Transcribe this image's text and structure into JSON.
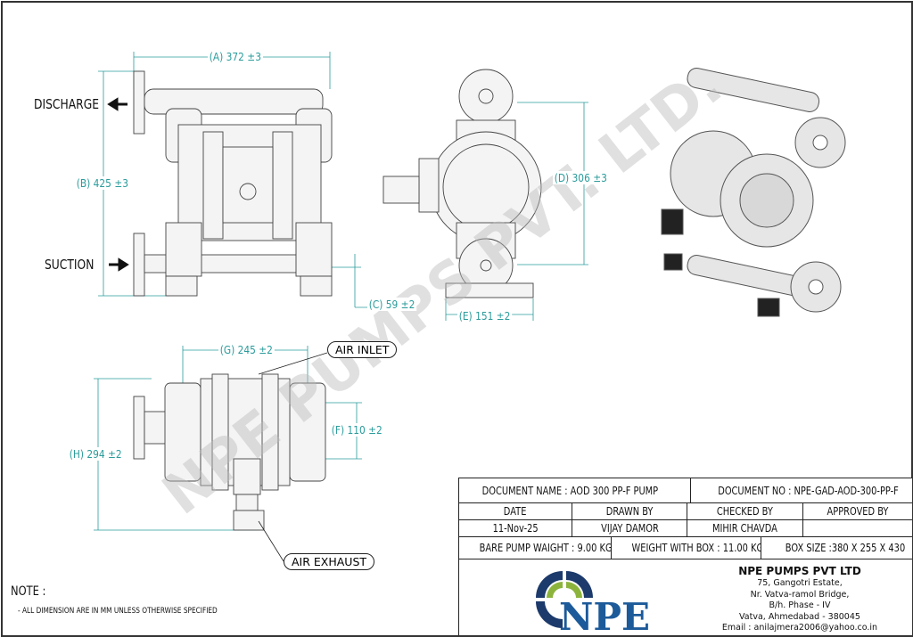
{
  "labels": {
    "discharge": "DISCHARGE",
    "suction": "SUCTION",
    "air_inlet": "AIR INLET",
    "air_exhaust": "AIR EXHAUST"
  },
  "dimensions": {
    "a": "(A) 372 ±3",
    "b": "(B) 425 ±3",
    "c": "(C) 59 ±2",
    "d": "(D) 306 ±3",
    "e": "(E) 151 ±2",
    "f": "(F) 110 ±2",
    "g": "(G) 245 ±2",
    "h": "(H) 294 ±2"
  },
  "watermark": "NPE PUMPS PVT. LTD.",
  "notes": {
    "title": "NOTE :",
    "items": [
      "- ALL DIMENSION ARE IN MM UNLESS OTHERWISE SPECIFIED"
    ]
  },
  "title_block": {
    "document_name": "DOCUMENT NAME : AOD 300 PP-F PUMP",
    "document_no": "DOCUMENT NO :  NPE-GAD-AOD-300-PP-F",
    "headers": [
      "DATE",
      "DRAWN BY",
      "CHECKED BY",
      "APPROVED BY"
    ],
    "values": [
      "11-Nov-25",
      "VIJAY DAMOR",
      "MIHIR CHAVDA",
      ""
    ],
    "bare_weight": "BARE PUMP WAIGHT : 9.00 KG.",
    "box_weight": "WEIGHT WITH BOX : 11.00 KG.",
    "box_size": "BOX SIZE :380 X 255 X 430",
    "logo_text": "NPE",
    "company": {
      "name": "NPE PUMPS PVT LTD",
      "address": [
        "75, Gangotri Estate,",
        "Nr. Vatva-ramol Bridge,",
        "B/h. Phase - IV",
        "Vatva, Ahmedabad - 380045"
      ],
      "email": "Email : anilajmera2006@yahoo.co.in"
    }
  },
  "colors": {
    "dimension": "#2a9b9b",
    "logo_navy": "#1c3a6b",
    "logo_green": "#8cb43c"
  }
}
